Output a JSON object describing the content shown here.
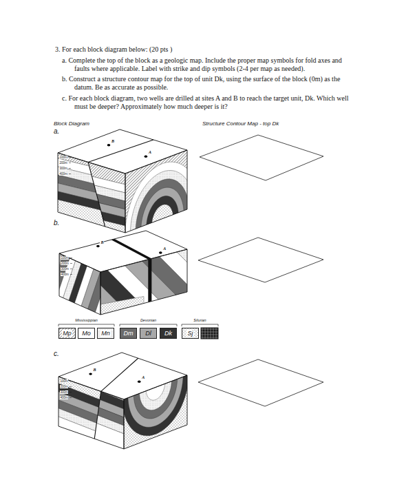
{
  "diagram": {
    "title": "3. For each block diagram below: (20 pts )",
    "labels": [
      "a. Complete the top of the block as a geologic map. Include the proper map symbols for fold axes and faults where applicable. Label with strike and dip symbols (2-4 per map as needed).",
      "b. Construct a structure contour map for the top of unit Dk, using the surface of the block (0m) as the datum. Be as accurate as possible.",
      "c. For each block diagram, two wells are drilled at sites A and B to reach the target unit, Dk. Which well must be deeper? Approximately how much deeper is it?",
      "Block Diagram",
      "Structure Contour Map - top Dk",
      "a.",
      "100m",
      "200m",
      "300m",
      "400m",
      "B",
      "A",
      "b.",
      "100m",
      "200m",
      "300m",
      "400m",
      "B",
      "A",
      "Mississippian",
      "Devonian",
      "Silurian",
      "c.",
      "100m",
      "200m",
      "300m",
      "400m",
      "B",
      "A"
    ],
    "legend": [
      {
        "text": "Mp"
      },
      {
        "text": "Mo",
        "color": "#ffffff"
      },
      {
        "text": "Mn"
      },
      {
        "text": "Dm",
        "color": "#6b6b6b"
      },
      {
        "text": "Dl",
        "color": "#a8a8a8"
      },
      {
        "text": "Dk",
        "color": "#333333"
      },
      {
        "text": "Sj"
      }
    ]
  }
}
